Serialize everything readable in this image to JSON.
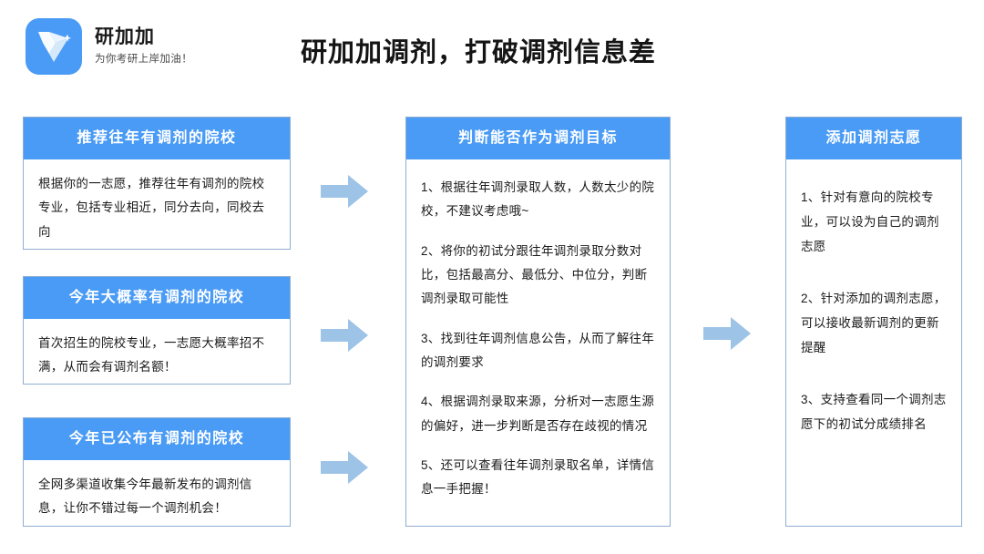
{
  "header": {
    "logo_icon": "yanjiajia-bird-logo-icon",
    "brand_name": "研加加",
    "brand_slogan": "为你考研上岸加油！",
    "page_title": "研加加调剂，打破调剂信息差"
  },
  "accent_colors": {
    "header_blue": "#4a9bf5",
    "card_border": "#8faed2",
    "arrow_blue": "#9dc3e6",
    "title_text": "#141414"
  },
  "columns": [
    {
      "id": "column-1",
      "cards": [
        {
          "title": "推荐往年有调剂的院校",
          "paragraphs": [
            "根据你的一志愿，推荐往年有调剂的院校专业，包括专业相近，同分去向，同校去向"
          ]
        },
        {
          "title": "今年大概率有调剂的院校",
          "paragraphs": [
            "首次招生的院校专业，一志愿大概率招不满，从而会有调剂名额！"
          ]
        },
        {
          "title": "今年已公布有调剂的院校",
          "paragraphs": [
            "全网多渠道收集今年最新发布的调剂信息，让你不错过每一个调剂机会！"
          ]
        }
      ]
    },
    {
      "id": "column-2",
      "cards": [
        {
          "title": "判断能否作为调剂目标",
          "paragraphs": [
            "1、根据往年调剂录取人数，人数太少的院校，不建议考虑哦~",
            "2、将你的初试分跟往年调剂录取分数对比，包括最高分、最低分、中位分，判断调剂录取可能性",
            "3、找到往年调剂信息公告，从而了解往年的调剂要求",
            "4、根据调剂录取来源，分析对一志愿生源的偏好，进一步判断是否存在歧视的情况",
            "5、还可以查看往年调剂录取名单，详情信息一手把握！"
          ]
        }
      ]
    },
    {
      "id": "column-3",
      "cards": [
        {
          "title": "添加调剂志愿",
          "paragraphs": [
            "1、针对有意向的院校专业，可以设为自己的调剂志愿",
            "2、针对添加的调剂志愿，可以接收最新调剂的更新提醒",
            "3、支持查看同一个调剂志愿下的初试分成绩排名"
          ]
        }
      ]
    }
  ],
  "arrows": [
    {
      "name": "arrow-right-1"
    },
    {
      "name": "arrow-right-2"
    },
    {
      "name": "arrow-right-3"
    },
    {
      "name": "arrow-right-4"
    }
  ]
}
